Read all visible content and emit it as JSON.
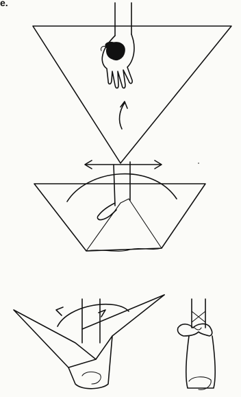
{
  "page": {
    "top_label": "e."
  },
  "colors": {
    "ink": "#111111",
    "paper": "#fbfbf8"
  },
  "steps": [
    {
      "id": "step-1",
      "description_icon": "place-wrist-on-triangle-icon"
    },
    {
      "id": "step-2",
      "description_icon": "fold-and-wrap-icon"
    },
    {
      "id": "step-3",
      "description_icon": "wrap-ends-around-wrist-icon"
    },
    {
      "id": "step-4",
      "description_icon": "tied-wrap-icon"
    }
  ]
}
